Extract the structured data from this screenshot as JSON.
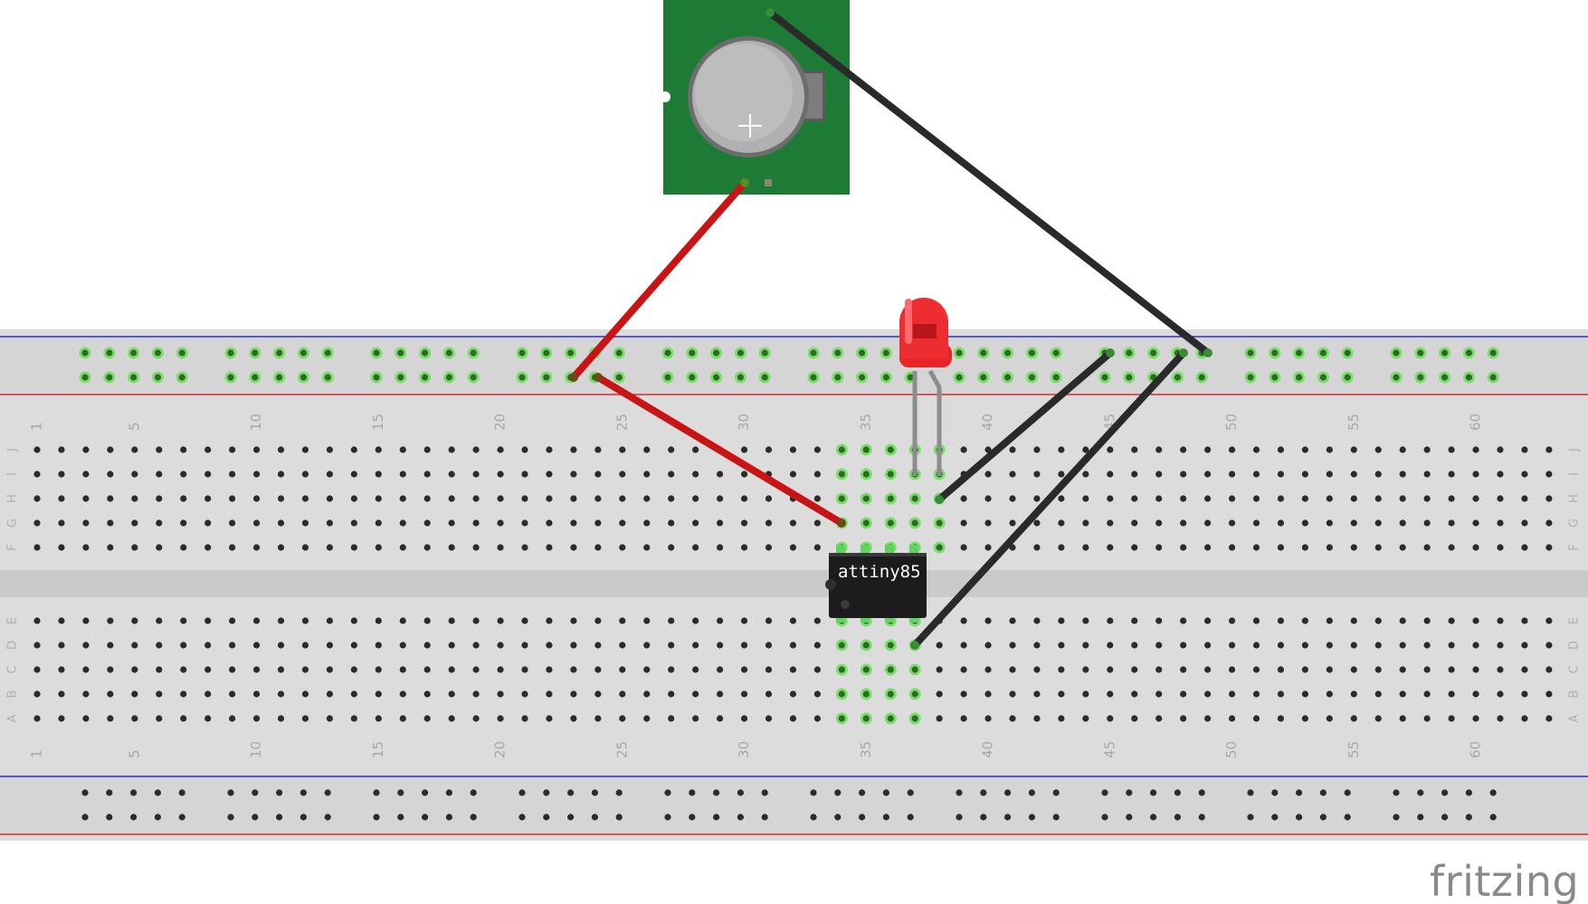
{
  "board": {
    "columns": 63,
    "row_labels_top": [
      "J",
      "I",
      "H",
      "G",
      "F"
    ],
    "row_labels_bottom": [
      "E",
      "D",
      "C",
      "B",
      "A"
    ],
    "column_numbers": [
      "1",
      "5",
      "10",
      "15",
      "20",
      "25",
      "30",
      "35",
      "40",
      "45",
      "50",
      "55",
      "60"
    ]
  },
  "chip": {
    "label": "attiny85"
  },
  "battery": {
    "polarity_mark": "+"
  },
  "branding": {
    "wordmark": "fritzing"
  },
  "colors": {
    "board": "#dcdcdc",
    "rail_blue": "#2b2bd6",
    "rail_red": "#d62b2b",
    "pcb_green": "#1e7b35",
    "wire_red": "#c81414",
    "wire_black": "#2a2a2a",
    "led_red": "#e8262a",
    "highlight_green": "#5fd35f"
  }
}
